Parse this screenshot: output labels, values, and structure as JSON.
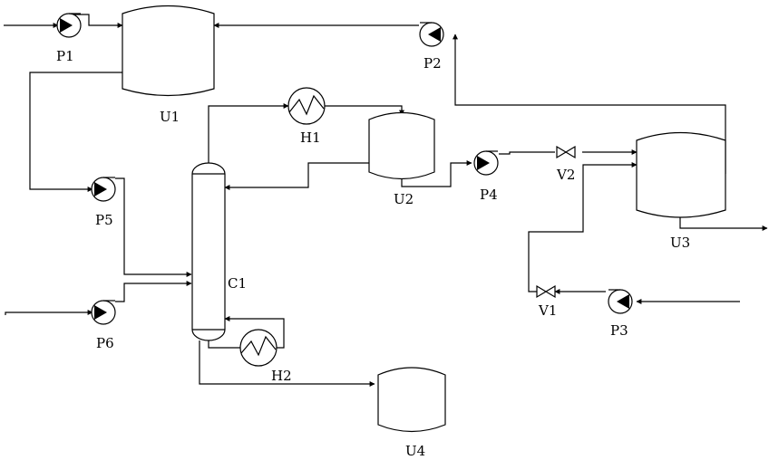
{
  "labels": {
    "P1": "P1",
    "P2": "P2",
    "P3": "P3",
    "P4": "P4",
    "P5": "P5",
    "P6": "P6",
    "U1": "U1",
    "U2": "U2",
    "U3": "U3",
    "U4": "U4",
    "H1": "H1",
    "H2": "H2",
    "C1": "C1",
    "V1": "V1",
    "V2": "V2"
  },
  "colors": {
    "stroke": "#000000",
    "background": "#ffffff"
  },
  "icons": {
    "pump": "pump-icon",
    "heat_exchanger": "heat-exchanger-icon",
    "valve": "valve-icon",
    "vessel": "vessel-icon",
    "column": "column-icon"
  }
}
